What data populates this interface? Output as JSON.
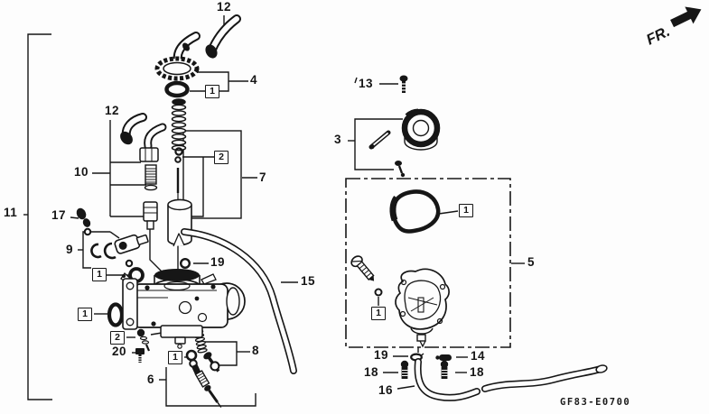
{
  "diagram": {
    "front_marker": "FR.",
    "code": "GF83-E0700",
    "colors": {
      "ink": "#161616",
      "paper": "#fdfdfd"
    },
    "callouts": [
      {
        "text": "12"
      },
      {
        "text": "4"
      },
      {
        "text": "1"
      },
      {
        "text": "12"
      },
      {
        "text": "10"
      },
      {
        "text": "2"
      },
      {
        "text": "7"
      },
      {
        "text": "11"
      },
      {
        "text": "17"
      },
      {
        "text": "9"
      },
      {
        "text": "1"
      },
      {
        "text": "19"
      },
      {
        "text": "15"
      },
      {
        "text": "1"
      },
      {
        "text": "2"
      },
      {
        "text": "20"
      },
      {
        "text": "1"
      },
      {
        "text": "8"
      },
      {
        "text": "6"
      },
      {
        "text": "13"
      },
      {
        "text": "3"
      },
      {
        "text": "1"
      },
      {
        "text": "5"
      },
      {
        "text": "1"
      },
      {
        "text": "19"
      },
      {
        "text": "14"
      },
      {
        "text": "18"
      },
      {
        "text": "18"
      },
      {
        "text": "16"
      }
    ]
  }
}
